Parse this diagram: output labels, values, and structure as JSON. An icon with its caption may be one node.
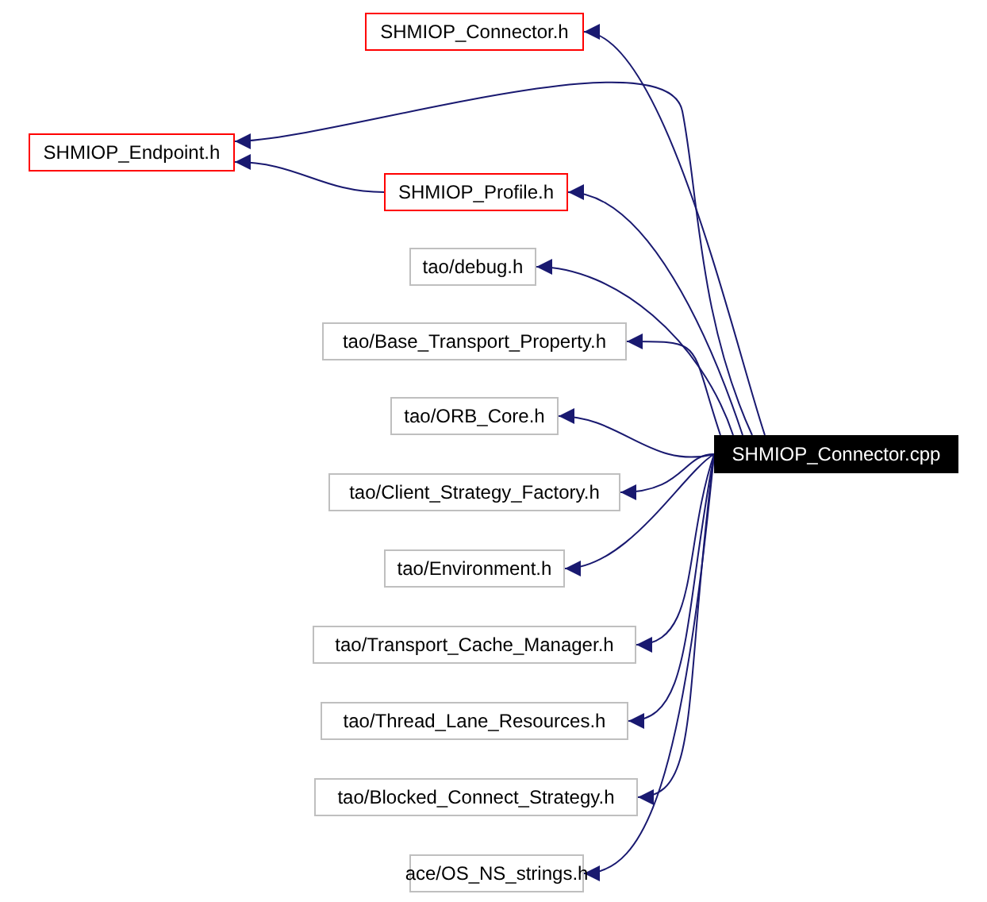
{
  "diagram": {
    "nodes": [
      {
        "text": [
          "SHMIOP_Connector.cpp"
        ]
      },
      {
        "text": [
          "SHMIOP_Connector.h"
        ]
      },
      {
        "text": [
          "SHMIOP_Endpoint.h"
        ]
      },
      {
        "text": [
          "SHMIOP_Profile.h"
        ]
      },
      {
        "text": [
          "tao/debug.h"
        ]
      },
      {
        "text": [
          "tao/Base_Transport_Property.h"
        ]
      },
      {
        "text": [
          "tao/ORB_Core.h"
        ]
      },
      {
        "text": [
          "tao/Client_Strategy_Factory.h"
        ]
      },
      {
        "text": [
          "tao/Environment.h"
        ]
      },
      {
        "text": [
          "tao/Transport_Cache_Manager.h"
        ]
      },
      {
        "text": [
          "tao/Thread_Lane_Resources.h"
        ]
      },
      {
        "text": [
          "tao/Blocked_Connect_Strategy.h"
        ]
      },
      {
        "text": [
          "ace/OS_NS_strings.h"
        ]
      }
    ],
    "edges": [
      {
        "from": 0,
        "to": 1,
        "arrow": "to"
      },
      {
        "from": 0,
        "to": 2,
        "arrow": "to"
      },
      {
        "from": 0,
        "to": 3,
        "arrow": "to"
      },
      {
        "from": 3,
        "to": 2,
        "arrow": "to"
      },
      {
        "from": 0,
        "to": 4,
        "arrow": "to"
      },
      {
        "from": 0,
        "to": 5,
        "arrow": "to"
      },
      {
        "from": 0,
        "to": 6,
        "arrow": "to"
      },
      {
        "from": 0,
        "to": 7,
        "arrow": "to"
      },
      {
        "from": 0,
        "to": 8,
        "arrow": "to"
      },
      {
        "from": 0,
        "to": 9,
        "arrow": "to"
      },
      {
        "from": 0,
        "to": 10,
        "arrow": "to"
      },
      {
        "from": 0,
        "to": 11,
        "arrow": "to"
      },
      {
        "from": 0,
        "to": 12,
        "arrow": "to"
      }
    ]
  }
}
